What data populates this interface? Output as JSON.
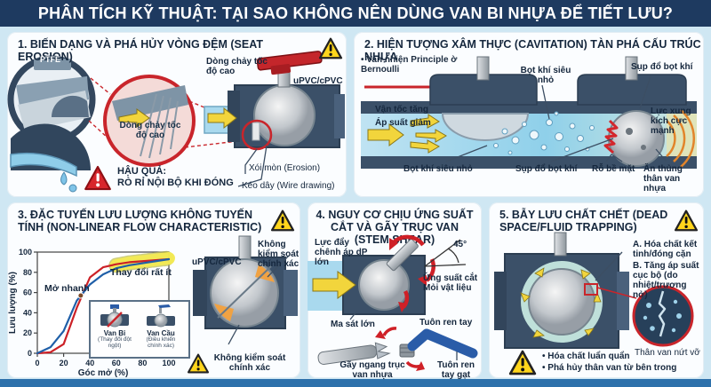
{
  "header": {
    "title": "PHÂN TÍCH KỸ THUẬT: TẠI SAO KHÔNG NÊN DÙNG VAN BI NHỰA ĐỂ TIẾT LƯU?"
  },
  "panels": {
    "p1": {
      "title": "1. BIẾN DẠNG VÀ PHÁ HỦY VÒNG ĐỆM (SEAT EROSION)",
      "ptfe": "PTFE",
      "flow_zoom": "Dòng chảy tốc độ cao",
      "flow_valve": "Dòng chảy tốc độ cao",
      "material": "uPVC/cPVC",
      "consequence_title": "HẬU QUẢ:",
      "consequence_text": "RÒ RỈ NỘI BỘ KHI ĐÓNG",
      "erosion": "Xói mòn (Erosion)",
      "wire_drawing": "Kéo dây (Wire drawing)"
    },
    "p2": {
      "title": "2. HIỆN TƯỢNG XÂM THỰC (CAVITATION) TÀN PHÁ CẤU TRÚC NHỰA",
      "bernoulli": "• Van nhiện Principle ờ Bernoulli",
      "velocity_up": "Vận tốc tăng",
      "pressure_down": "Áp suất giảm",
      "micro_bubbles_top": "Bọt khí siêu nhỏ",
      "micro_bubbles_bottom": "Bọt khí siêu nhỏ",
      "collapse_top": "Sụp đổ bọt khí",
      "collapse_bottom": "Sụp đổ bọt khí",
      "impact_force": "Lực xung kích cực mạnh",
      "pitting": "Rỗ bề mặt",
      "perforation": "Ăn thủng thân van nhựa"
    },
    "p3": {
      "title": "3. ĐẶC TUYẾN LƯU LƯỢNG KHÔNG TUYẾN TÍNH (NON-LINEAR FLOW CHARACTERISTIC)",
      "material": "uPVC/cPVC",
      "no_control_top": "Không kiểm soát chính xác",
      "no_control_bottom": "Không kiểm soát chính xác",
      "legend_ball_name": "Van Bi",
      "legend_ball_desc": "(Thay đổi đột ngột)",
      "legend_globe_name": "Van Cầu",
      "legend_globe_desc": "(Điều khiển chính xác)"
    },
    "p4": {
      "title": "4. NGUY CƠ CHỊU ỨNG SUẤT CẮT VÀ GÃY TRỤC VAN (STEM SHEAR)",
      "dp_force": "Lực đẩy chênh áp dP lớn",
      "angle": "45°",
      "shear_fatigue": "Ứng suất cắt Mỏi vật liệu",
      "friction": "Ma sát lớn",
      "thread_top": "Tuôn ren tay",
      "broken_stem": "Gãy ngang trục van nhựa",
      "thread_bottom": "Tuôn ren tay gạt"
    },
    "p5": {
      "title": "5. BẪY LƯU CHẤT CHẾT (DEAD SPACE/FLUID TRAPPING)",
      "a_text": "A. Hóa chất kết tinh/đóng cặn",
      "b_text": "B. Tăng áp suất cục bộ (do nhiệt/trương nở)",
      "crack": "Thân van nứt vỡ",
      "bullet1": "• Hóa chất luẩn quẩn",
      "bullet2": "• Phá hủy thân van từ bên trong"
    }
  },
  "chart_data": {
    "type": "line",
    "title": "Đặc tuyến lưu lượng không tuyến tính",
    "xlabel": "Góc mở (%)",
    "ylabel": "Lưu lượng (%)",
    "xlim": [
      0,
      100
    ],
    "ylim": [
      0,
      100
    ],
    "xticks": [
      0,
      20,
      40,
      60,
      80,
      100
    ],
    "yticks": [
      0,
      20,
      40,
      60,
      80,
      100
    ],
    "grid": false,
    "legend_position": "inset bottom-right",
    "x": [
      0,
      10,
      20,
      30,
      40,
      50,
      60,
      70,
      80,
      90,
      100
    ],
    "series": [
      {
        "name": "Van Bi (Thay đổi đột ngột)",
        "color": "#cc2127",
        "values": [
          0,
          1,
          9,
          45,
          75,
          85,
          88,
          90,
          91,
          92,
          93
        ]
      },
      {
        "name": "Van Cầu (Điều khiển chính xác)",
        "color": "#1f5fa8",
        "values": [
          0,
          6,
          22,
          52,
          68,
          78,
          84,
          87,
          89,
          91,
          93
        ]
      }
    ],
    "cross_point": {
      "x": 33,
      "y": 57
    },
    "highlight_region": {
      "x_from": 52,
      "x_to": 112,
      "label": "Thay đổi rất ít",
      "color": "#f3ea52"
    },
    "annotations": [
      "Mở nhanh",
      "Thay đổi rất ít"
    ]
  },
  "colors": {
    "header_bg": "#1e3a60",
    "page_bg": "#cfe7f3",
    "bottom_strip": "#2e71ab",
    "valve_body": "#3b5068",
    "warning_yellow": "#ffd51c",
    "alert_red": "#d8262c",
    "flow_blue": "#a9d9ee",
    "arrow_yellow": "#f2d53c",
    "handle_red": "#c4262b",
    "handle_blue": "#2a5ca8"
  }
}
